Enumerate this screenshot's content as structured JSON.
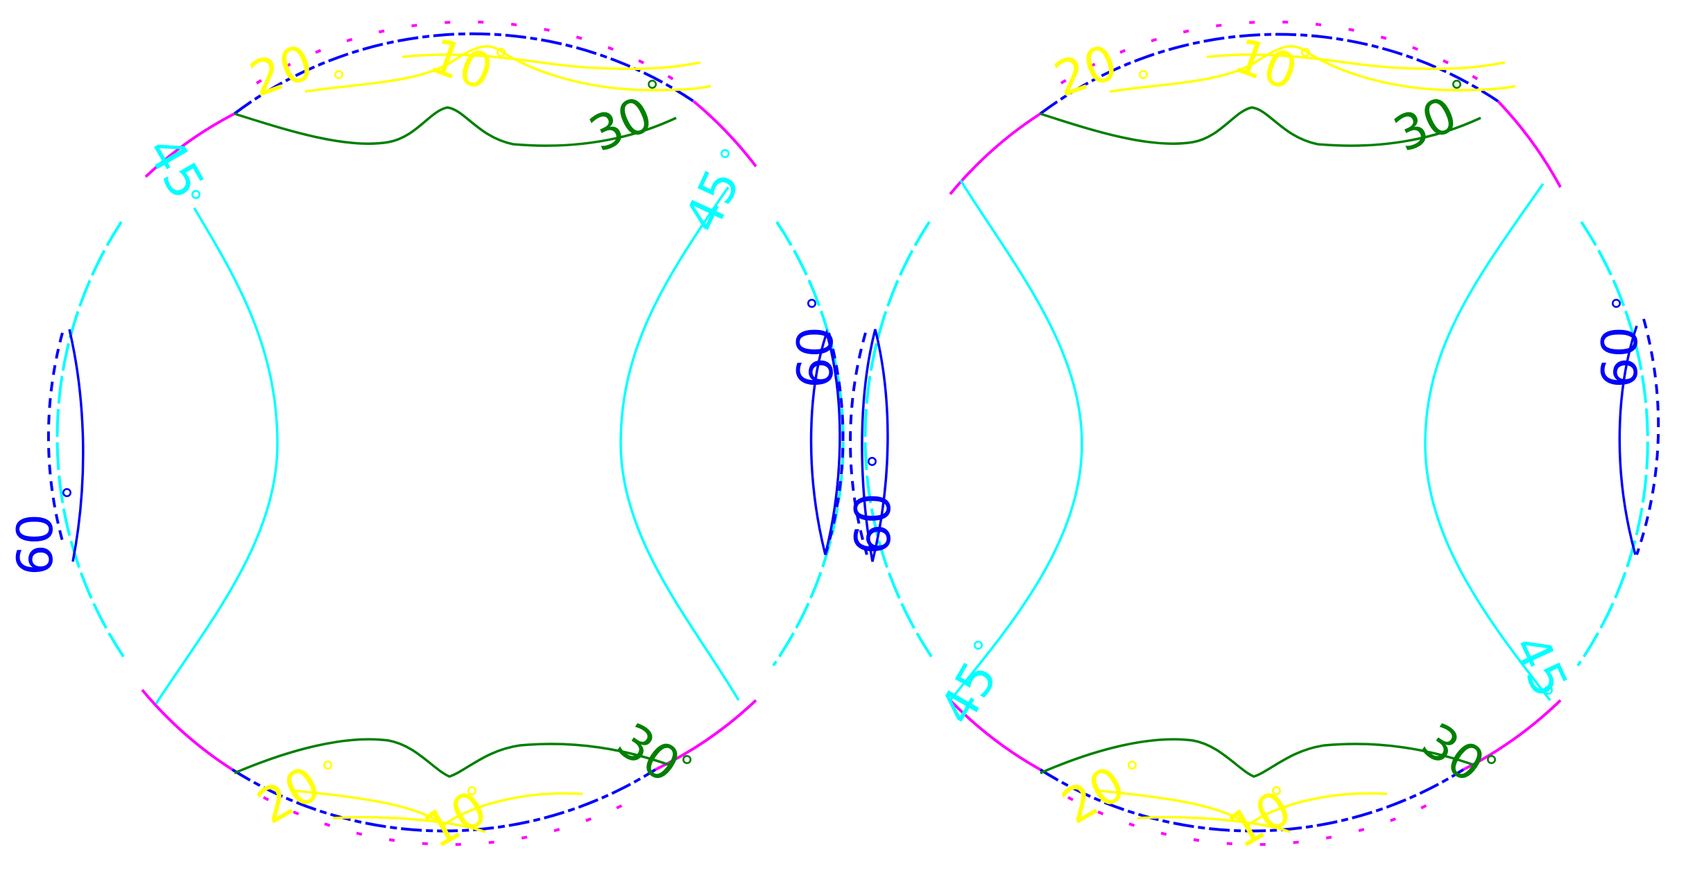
{
  "colors": {
    "yellow": "#ffff00",
    "green": "#008000",
    "cyan": "#00ffff",
    "blue": "#0000ff",
    "magenta": "#ff00ff",
    "red": "#ff0000"
  },
  "degree_symbol": "°",
  "panels": [
    {
      "id": "left",
      "labels": [
        {
          "key": "l20t",
          "text": "20",
          "color": "yellow"
        },
        {
          "key": "l10t",
          "text": "10",
          "color": "yellow"
        },
        {
          "key": "l30t",
          "text": "30",
          "color": "green"
        },
        {
          "key": "l45a",
          "text": "45",
          "color": "cyan"
        },
        {
          "key": "l45b",
          "text": "45",
          "color": "cyan"
        },
        {
          "key": "l60a",
          "text": "60",
          "color": "blue"
        },
        {
          "key": "l60b",
          "text": "60",
          "color": "blue"
        },
        {
          "key": "l30b",
          "text": "30",
          "color": "green"
        },
        {
          "key": "l20b",
          "text": "20",
          "color": "yellow"
        },
        {
          "key": "l10b",
          "text": "10",
          "color": "yellow"
        }
      ]
    },
    {
      "id": "right",
      "labels": [
        {
          "key": "r20t",
          "text": "20",
          "color": "yellow"
        },
        {
          "key": "r10t",
          "text": "10",
          "color": "yellow"
        },
        {
          "key": "r30t",
          "text": "30",
          "color": "green"
        },
        {
          "key": "r60a",
          "text": "60",
          "color": "blue"
        },
        {
          "key": "r60b",
          "text": "60",
          "color": "blue"
        },
        {
          "key": "r45a",
          "text": "45",
          "color": "cyan"
        },
        {
          "key": "r45b",
          "text": "45",
          "color": "cyan"
        },
        {
          "key": "r30b",
          "text": "30",
          "color": "green"
        },
        {
          "key": "r20b",
          "text": "20",
          "color": "yellow"
        },
        {
          "key": "r10b",
          "text": "10",
          "color": "yellow"
        }
      ]
    }
  ]
}
